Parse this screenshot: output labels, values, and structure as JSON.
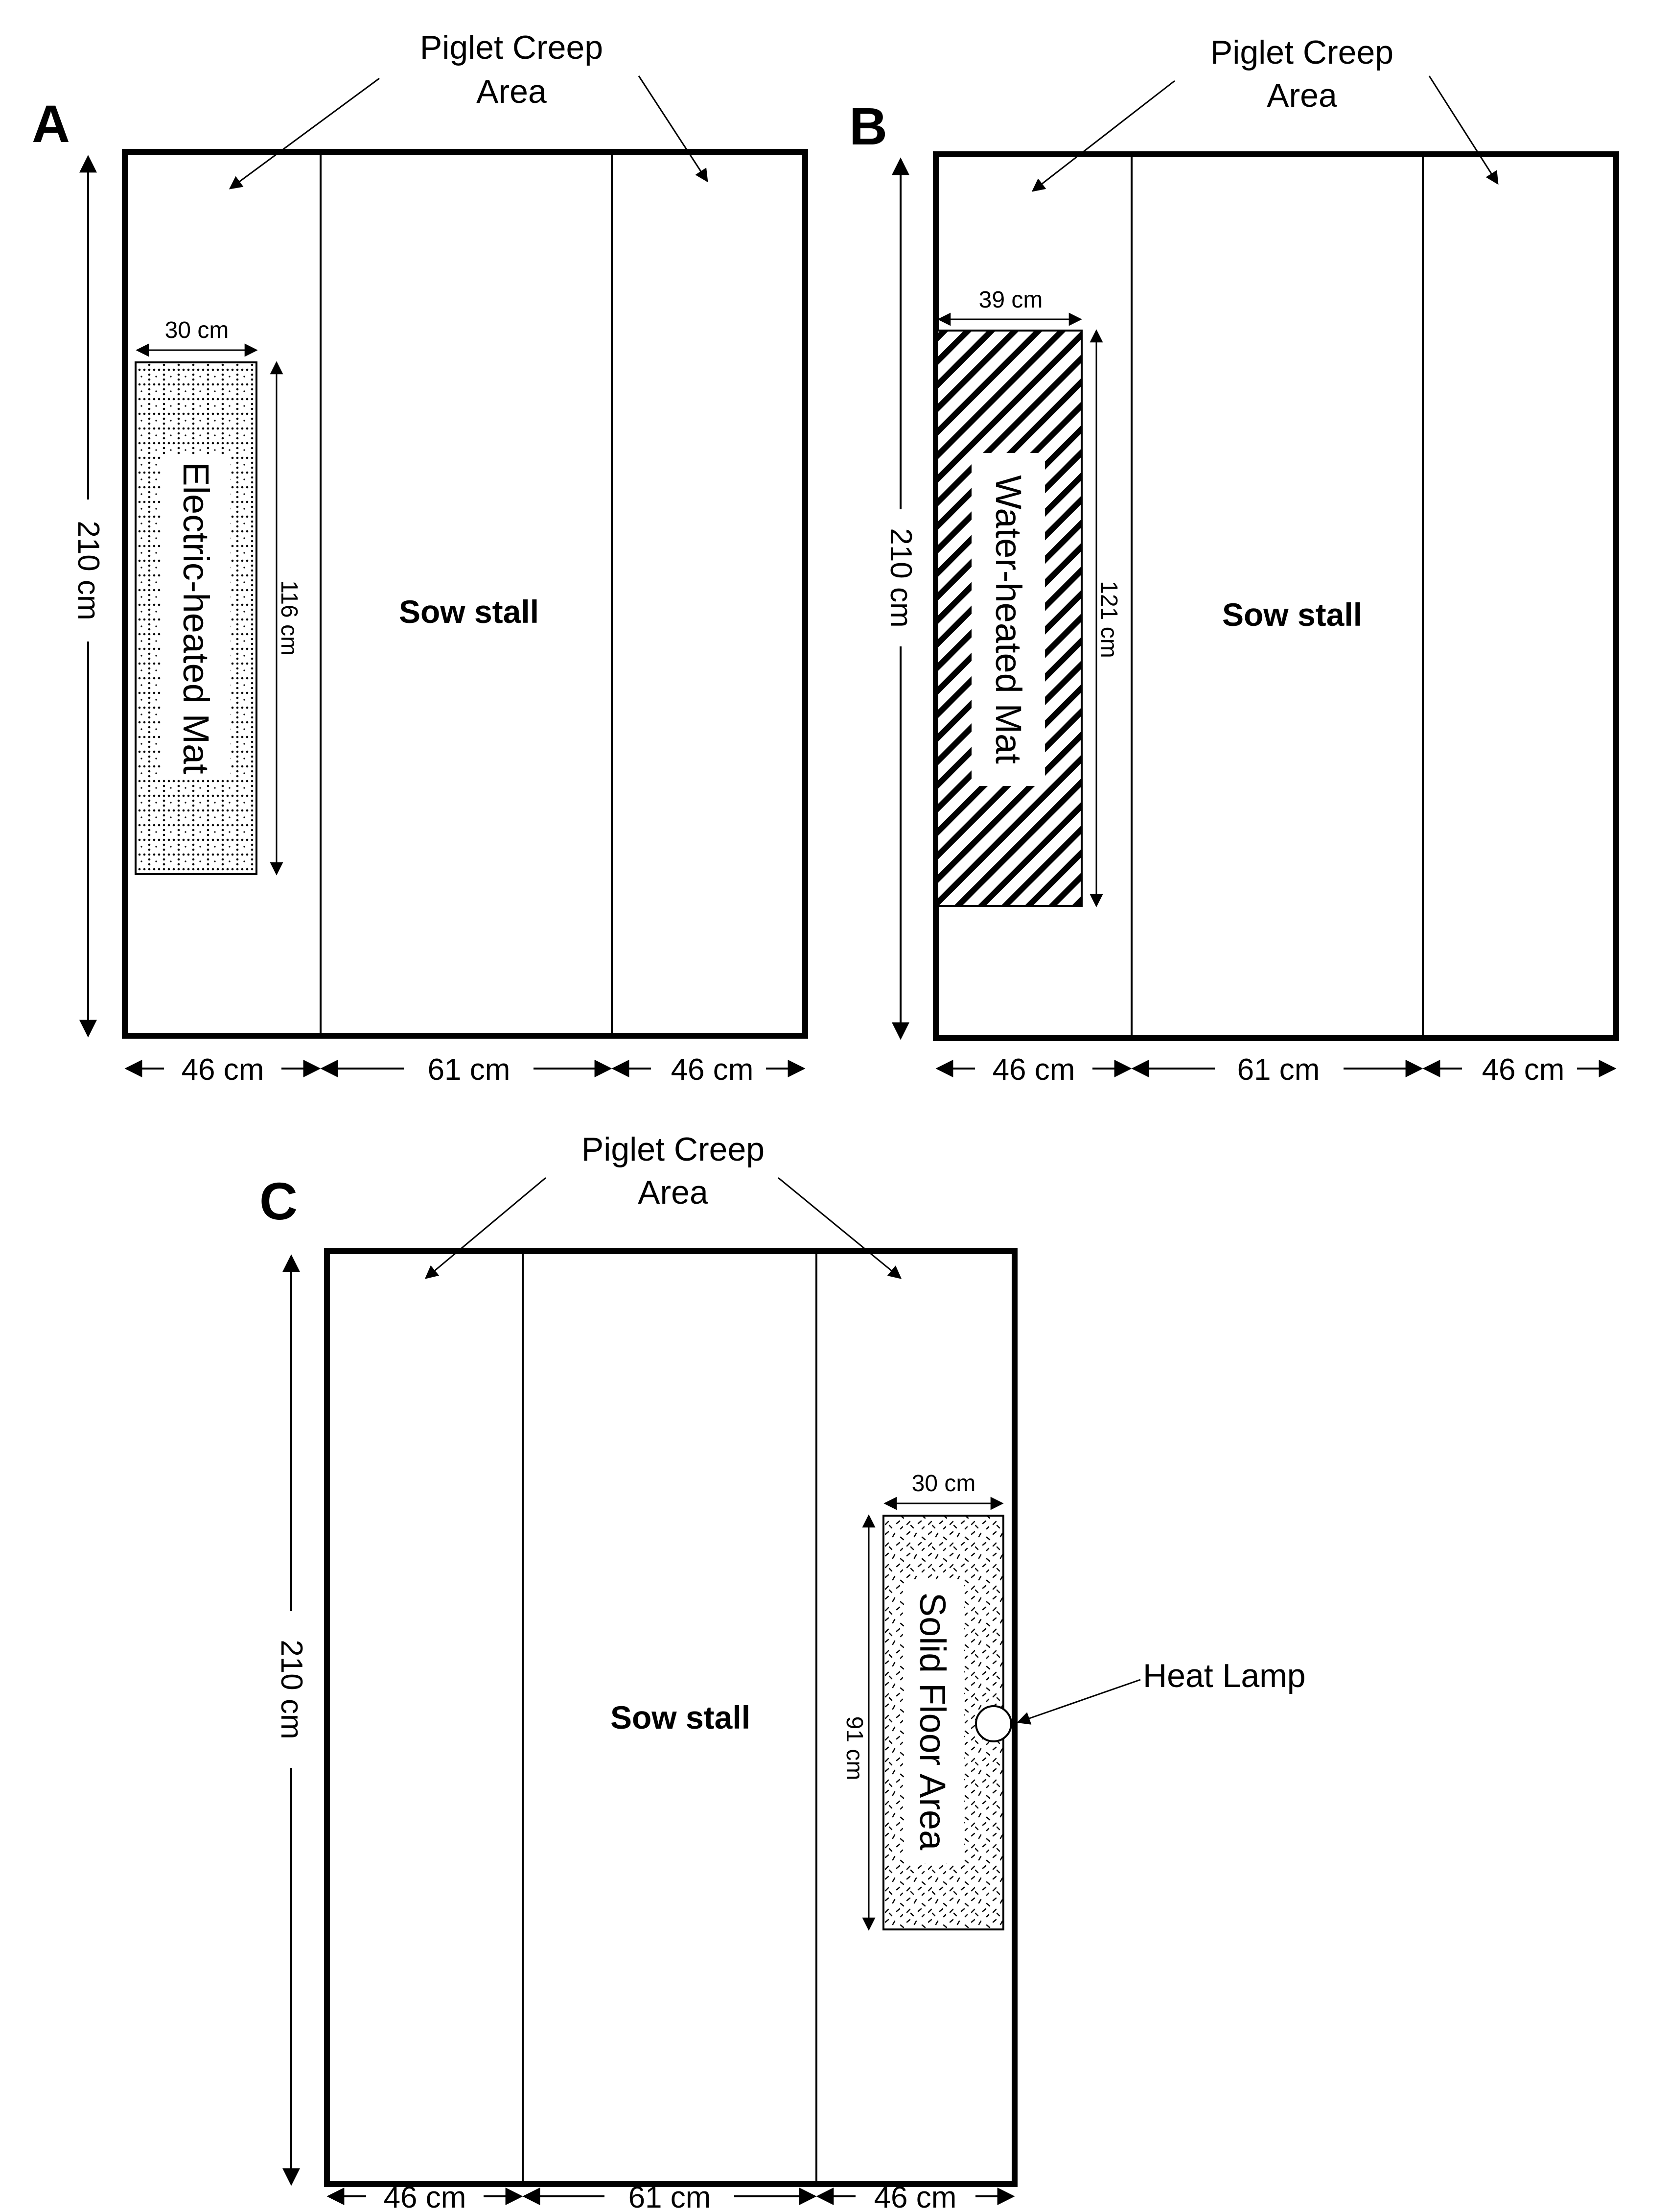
{
  "panels": [
    {
      "letter": "A",
      "creep_label_line1": "Piglet Creep",
      "creep_label_line2": "Area",
      "height_label": "210 cm",
      "stall_label": "Sow stall",
      "widths": [
        "46 cm",
        "61 cm",
        "46 cm"
      ],
      "mat": {
        "label": "Electric-heated Mat",
        "width_label": "30 cm",
        "length_label": "116 cm",
        "pattern": "dotted-grid"
      }
    },
    {
      "letter": "B",
      "creep_label_line1": "Piglet Creep",
      "creep_label_line2": "Area",
      "height_label": "210 cm",
      "stall_label": "Sow stall",
      "widths": [
        "46 cm",
        "61 cm",
        "46 cm"
      ],
      "mat": {
        "label": "Water-heated Mat",
        "width_label": "39 cm",
        "length_label": "121 cm",
        "pattern": "diagonal-hatch"
      }
    },
    {
      "letter": "C",
      "creep_label_line1": "Piglet Creep",
      "creep_label_line2": "Area",
      "height_label": "210 cm",
      "stall_label": "Sow stall",
      "widths": [
        "46 cm",
        "61 cm",
        "46 cm"
      ],
      "mat": {
        "label": "Solid Floor Area",
        "width_label": "30 cm",
        "length_label": "91 cm",
        "pattern": "speckle"
      },
      "lamp_label": "Heat Lamp"
    }
  ]
}
